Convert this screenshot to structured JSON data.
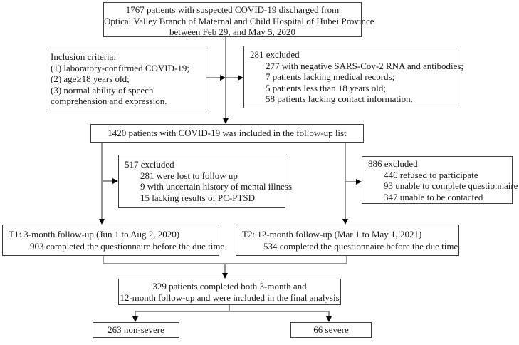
{
  "flowchart": {
    "source": {
      "lines": [
        "1767 patients with suspected COVID-19 discharged from",
        "Optical Valley  Branch of Maternal  and Child  Hospital  of Hubei  Province",
        "between Feb 29, and May 5, 2020"
      ]
    },
    "inclusion": {
      "lines": [
        "Inclusion criteria:",
        "(1) laboratory-confirmed COVID-19;",
        "(2) age≥18  years old;",
        "(3) normal  ability  of speech",
        "comprehension and  expression."
      ]
    },
    "excluded_281": {
      "title": "281 excluded",
      "lines": [
        "277 with  negative  SARS-Cov-2 RNA and  antibodies;",
        "7 patients lacking  medical  records;",
        "5 patients less than  18 years  old;",
        "58 patients  lacking  contact information."
      ]
    },
    "followup_list": {
      "text": "1420 patients  with  COVID-19 was included  in  the  follow-up  list"
    },
    "excluded_517": {
      "title": "517 excluded",
      "lines": [
        "281 were lost to follow up",
        "9 with uncertain  history of mental  illness",
        "15 lacking  results of PC-PTSD"
      ]
    },
    "excluded_886": {
      "title": "886  excluded",
      "lines": [
        "446 refused to participate",
        "93 unable  to complete questionnaire",
        "347 unable  to be contacted"
      ]
    },
    "t1": {
      "lines": [
        "T1: 3-month follow-up (Jun 1 to Aug 2, 2020)",
        "903 completed the questionnaire  before the due time"
      ]
    },
    "t2": {
      "lines": [
        "T2: 12-month  follow-up (Mar 1 to May 1, 2021)",
        "534 completed the questionnaire  before the due time"
      ]
    },
    "final_analysis": {
      "lines": [
        "329 patients  completed both 3-month  and",
        "12-month follow-up and  were included  in the final  analysis"
      ]
    },
    "non_severe": {
      "text": "263 non-severe"
    },
    "severe": {
      "text": "66 severe"
    }
  },
  "colors": {
    "box_border": "#3f3f3f",
    "connector": "#949494",
    "arrowhead": "#000000",
    "text": "#1b1b1b",
    "background": "#ffffff"
  }
}
